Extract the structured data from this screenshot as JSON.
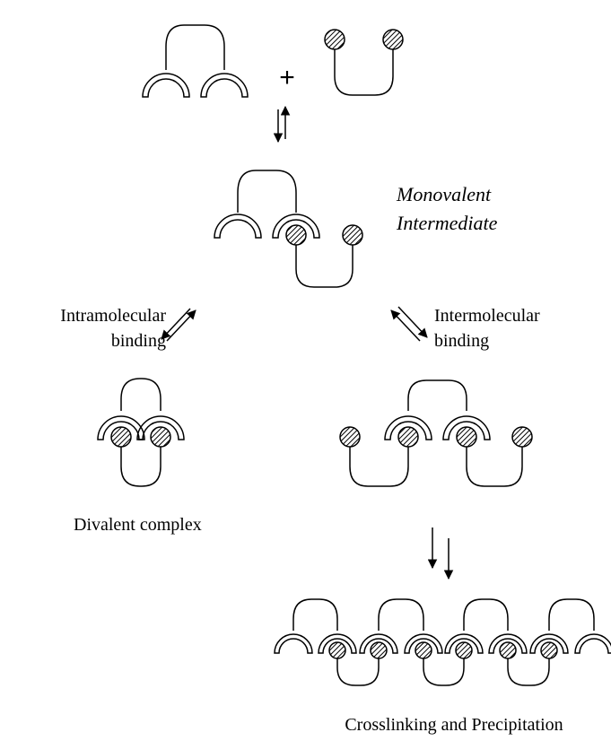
{
  "plus_sign": "+",
  "labels": {
    "monovalent_line1": "Monovalent",
    "monovalent_line2": "Intermediate",
    "intramolecular_line1": "Intramolecular",
    "intramolecular_line2": "binding",
    "intermolecular_line1": "Intermolecular",
    "intermolecular_line2": "binding",
    "divalent": "Divalent complex",
    "crosslinking": "Crosslinking and Precipitation"
  }
}
